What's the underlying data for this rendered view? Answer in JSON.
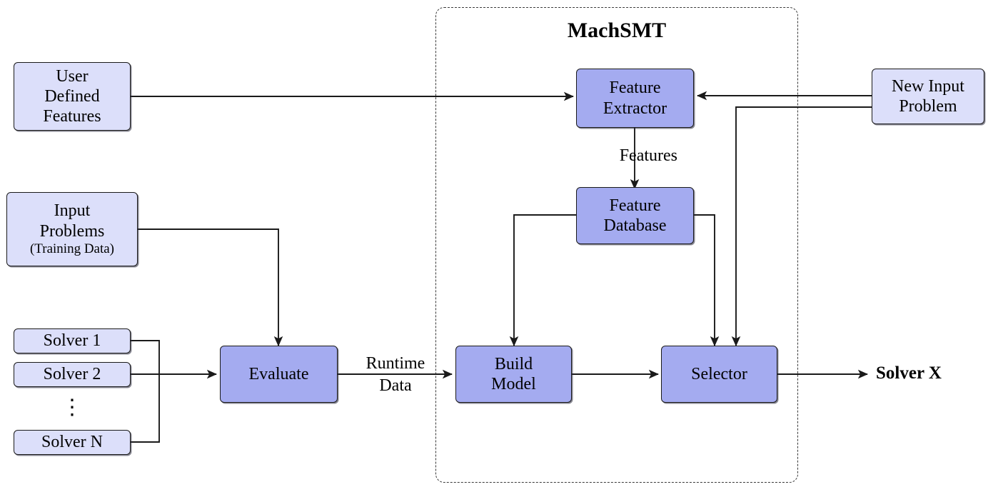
{
  "diagram": {
    "title": "MachSMT",
    "colors": {
      "node_light_fill": "#dcdffa",
      "node_dark_fill": "#a4abf0",
      "node_stroke": "#1a1a1a",
      "edge_stroke": "#1a1a1a",
      "region_stroke": "#3a3a3a",
      "background": "#ffffff"
    },
    "region": {
      "label": "MachSMT",
      "style": "dashed"
    },
    "nodes": {
      "user_defined_features": {
        "line1": "User",
        "line2": "Defined",
        "line3": "Features",
        "fill": "light"
      },
      "input_problems": {
        "line1": "Input",
        "line2": "Problems",
        "line3": "(Training Data)",
        "fill": "light"
      },
      "solver_1": {
        "label": "Solver 1",
        "fill": "light"
      },
      "solver_2": {
        "label": "Solver 2",
        "fill": "light"
      },
      "solver_dots": {
        "label": "⋮"
      },
      "solver_n": {
        "label": "Solver N",
        "fill": "light"
      },
      "evaluate": {
        "label": "Evaluate",
        "fill": "dark"
      },
      "feature_extractor": {
        "line1": "Feature",
        "line2": "Extractor",
        "fill": "dark"
      },
      "feature_database": {
        "line1": "Feature",
        "line2": "Database",
        "fill": "dark"
      },
      "build_model": {
        "line1": "Build",
        "line2": "Model",
        "fill": "dark"
      },
      "selector": {
        "label": "Selector",
        "fill": "dark"
      },
      "new_input_problem": {
        "line1": "New Input",
        "line2": "Problem",
        "fill": "light"
      }
    },
    "edge_labels": {
      "features": "Features",
      "runtime": "Runtime",
      "data": "Data"
    },
    "output": {
      "label": "Solver X"
    }
  }
}
